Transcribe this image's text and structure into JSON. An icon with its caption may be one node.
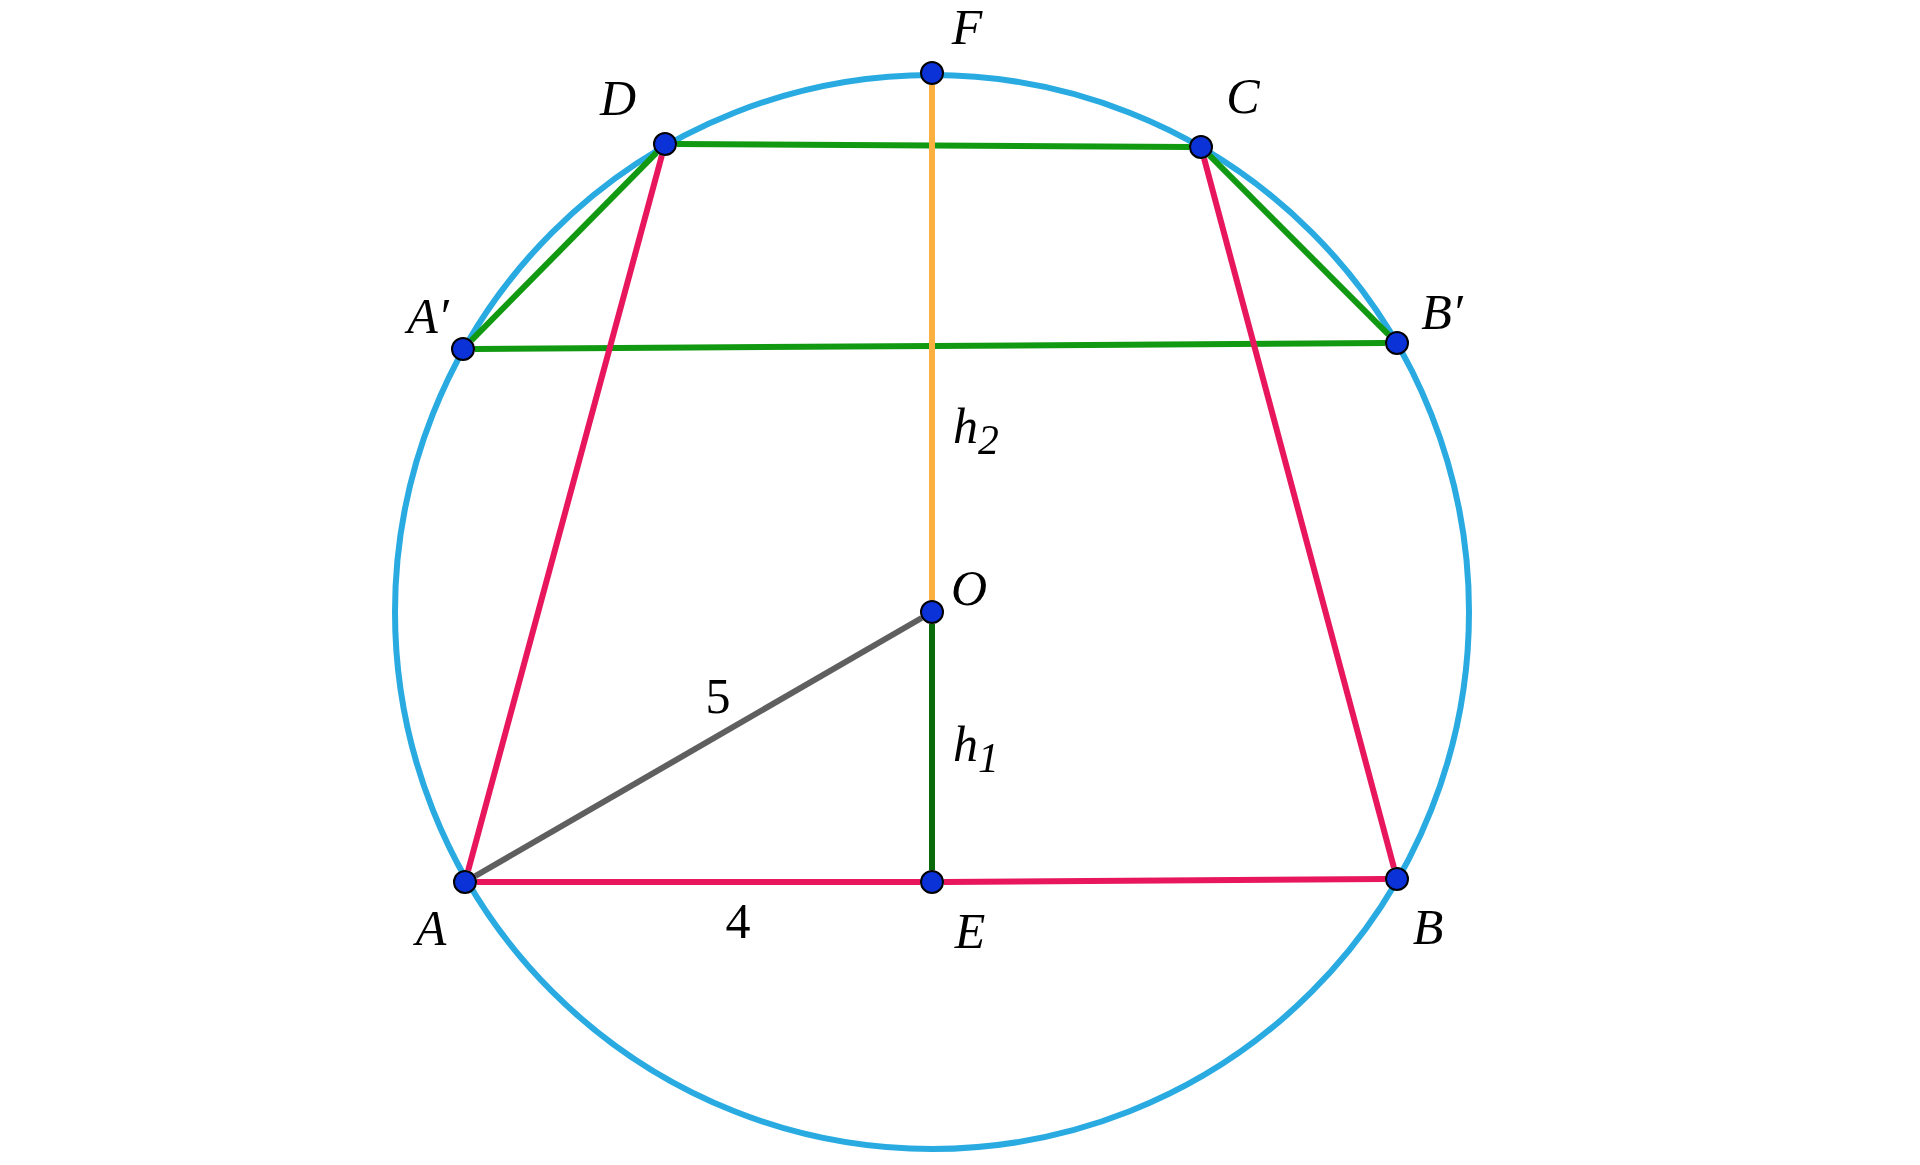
{
  "diagram": {
    "nodes": [
      {
        "text": [
          "F"
        ]
      },
      {
        "text": [
          "D"
        ]
      },
      {
        "text": [
          "C"
        ]
      },
      {
        "text": [
          "A′"
        ]
      },
      {
        "text": [
          "B′"
        ]
      },
      {
        "text": [
          "O"
        ]
      },
      {
        "text": [
          "A"
        ]
      },
      {
        "text": [
          "E"
        ]
      },
      {
        "text": [
          "B"
        ]
      }
    ],
    "edges": [
      {
        "from": 1,
        "to": 2,
        "arrow": "none",
        "color": "#119911"
      },
      {
        "from": 1,
        "to": 3,
        "arrow": "none",
        "color": "#119911"
      },
      {
        "from": 2,
        "to": 4,
        "arrow": "none",
        "color": "#119911"
      },
      {
        "from": 3,
        "to": 4,
        "arrow": "none",
        "color": "#119911"
      },
      {
        "from": 1,
        "to": 6,
        "arrow": "none",
        "color": "#e8175d"
      },
      {
        "from": 2,
        "to": 8,
        "arrow": "none",
        "color": "#e8175d"
      },
      {
        "from": 6,
        "to": 7,
        "arrow": "none",
        "label": "4",
        "color": "#e8175d"
      },
      {
        "from": 7,
        "to": 8,
        "arrow": "none",
        "color": "#e8175d"
      },
      {
        "from": 0,
        "to": 5,
        "arrow": "none",
        "label": "h$_{2}$",
        "color": "#fbb040"
      },
      {
        "from": 5,
        "to": 7,
        "arrow": "none",
        "label": "h$_{1}$",
        "color": "#0a6b0a"
      },
      {
        "from": 5,
        "to": 6,
        "arrow": "none",
        "label": "5",
        "color": "#5f5f5f"
      }
    ]
  }
}
